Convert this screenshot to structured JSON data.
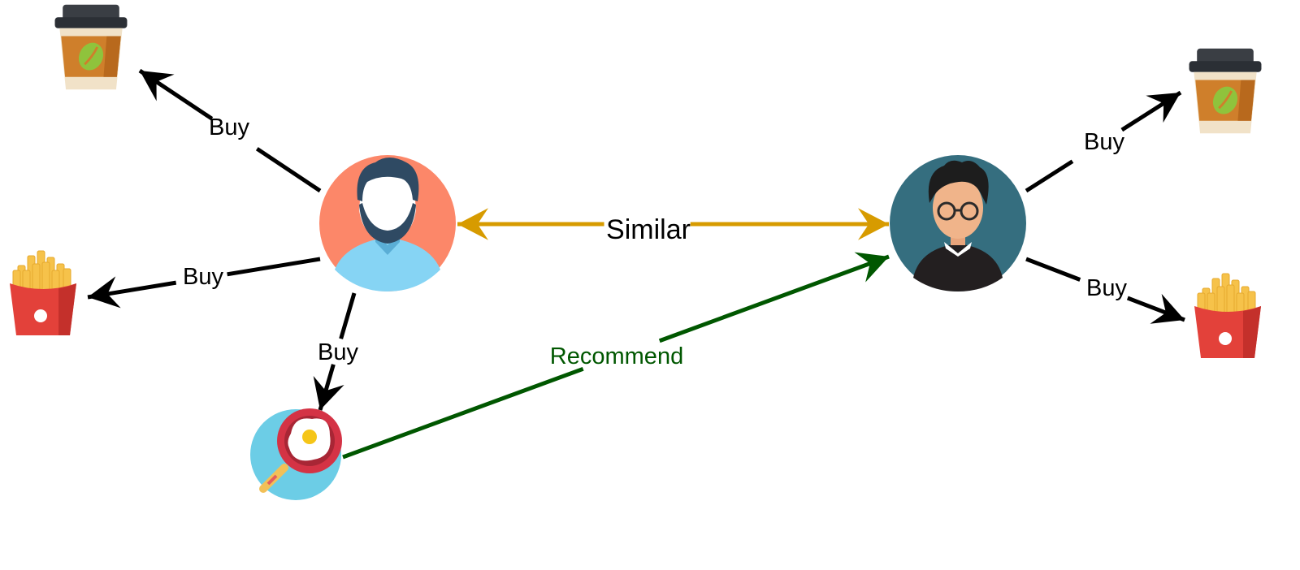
{
  "edges": {
    "buy_label": "Buy",
    "similar_label": "Similar",
    "recommend_label": "Recommend"
  },
  "nodes": {
    "user_a": {
      "icon": "bearded-man-avatar-icon"
    },
    "user_b": {
      "icon": "man-with-glasses-avatar-icon"
    },
    "coffee": {
      "icon": "coffee-cup-icon"
    },
    "fries": {
      "icon": "french-fries-icon"
    },
    "egg_pan": {
      "icon": "frying-pan-egg-icon"
    }
  },
  "colors": {
    "buy": "#000000",
    "similar": "#d79b00",
    "recommend": "#005700",
    "user_a_bg": "#fc8769",
    "user_b_bg": "#356e7f",
    "egg_pan_bg": "#6ccde6"
  }
}
